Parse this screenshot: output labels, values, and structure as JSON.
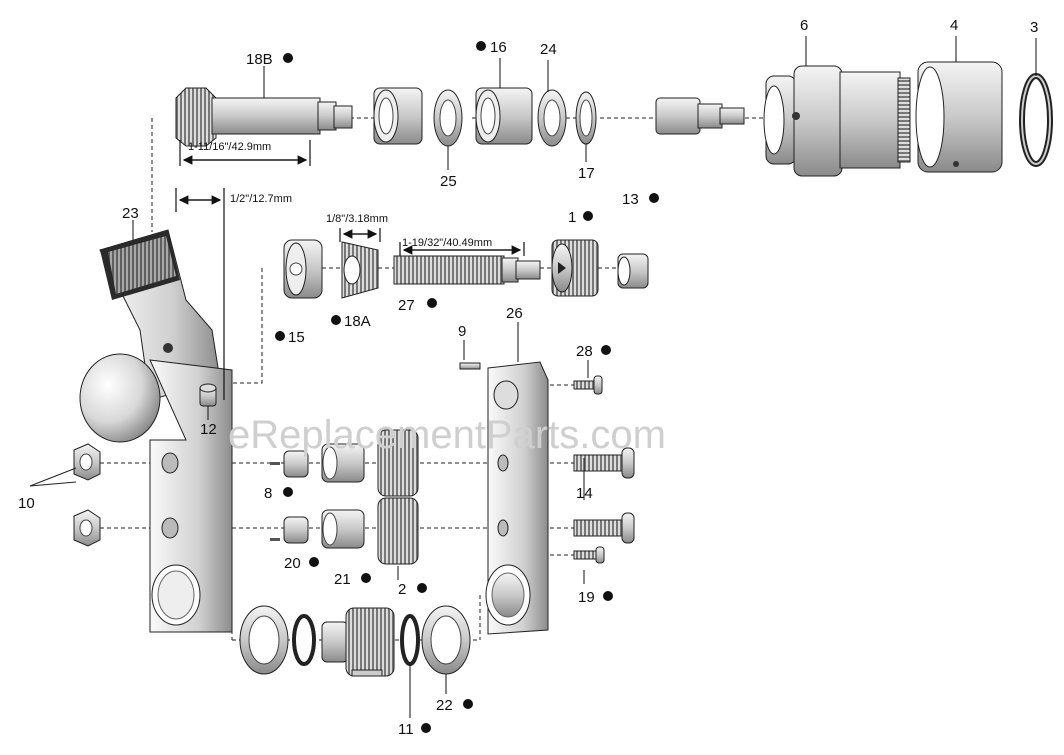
{
  "watermark": "eReplacementParts.com",
  "dimensions": {
    "d1": "1-11/16\"/42.9mm",
    "d2": "1/2\"/12.7mm",
    "d3": "1/8\"/3.18mm",
    "d4": "1-19/32\"/40.49mm"
  },
  "callouts": {
    "p18B": "18B",
    "p16": "16",
    "p24": "24",
    "p6": "6",
    "p4": "4",
    "p3": "3",
    "p25": "25",
    "p17": "17",
    "p23": "23",
    "p1": "1",
    "p13": "13",
    "p15": "15",
    "p18A": "18A",
    "p27": "27",
    "p9": "9",
    "p26": "26",
    "p28": "28",
    "p12": "12",
    "p10": "10",
    "p8": "8",
    "p14": "14",
    "p20": "20",
    "p21": "21",
    "p2": "2",
    "p19": "19",
    "p11": "11",
    "p22": "22"
  }
}
